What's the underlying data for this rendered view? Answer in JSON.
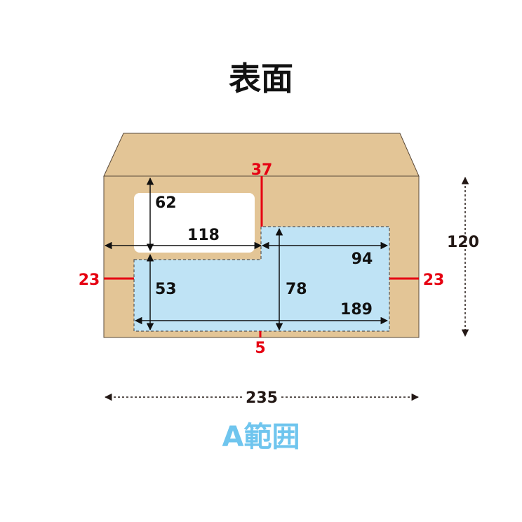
{
  "title": "表面",
  "caption": "A範囲",
  "colors": {
    "envelope": "#e3c596",
    "envelope_stroke": "#5a4a3a",
    "window": "#ffffff",
    "area": "#bfe3f5",
    "accent_red": "#e60012",
    "caption": "#6fc5ee"
  },
  "dimensions": {
    "window_height": "62",
    "window_width": "118",
    "area_top_width": "94",
    "area_left_height": "53",
    "area_inner_height": "78",
    "area_bottom_width": "189",
    "top_margin": "37",
    "left_margin": "23",
    "right_margin": "23",
    "bottom_margin": "5",
    "envelope_height": "120",
    "envelope_width": "235"
  }
}
